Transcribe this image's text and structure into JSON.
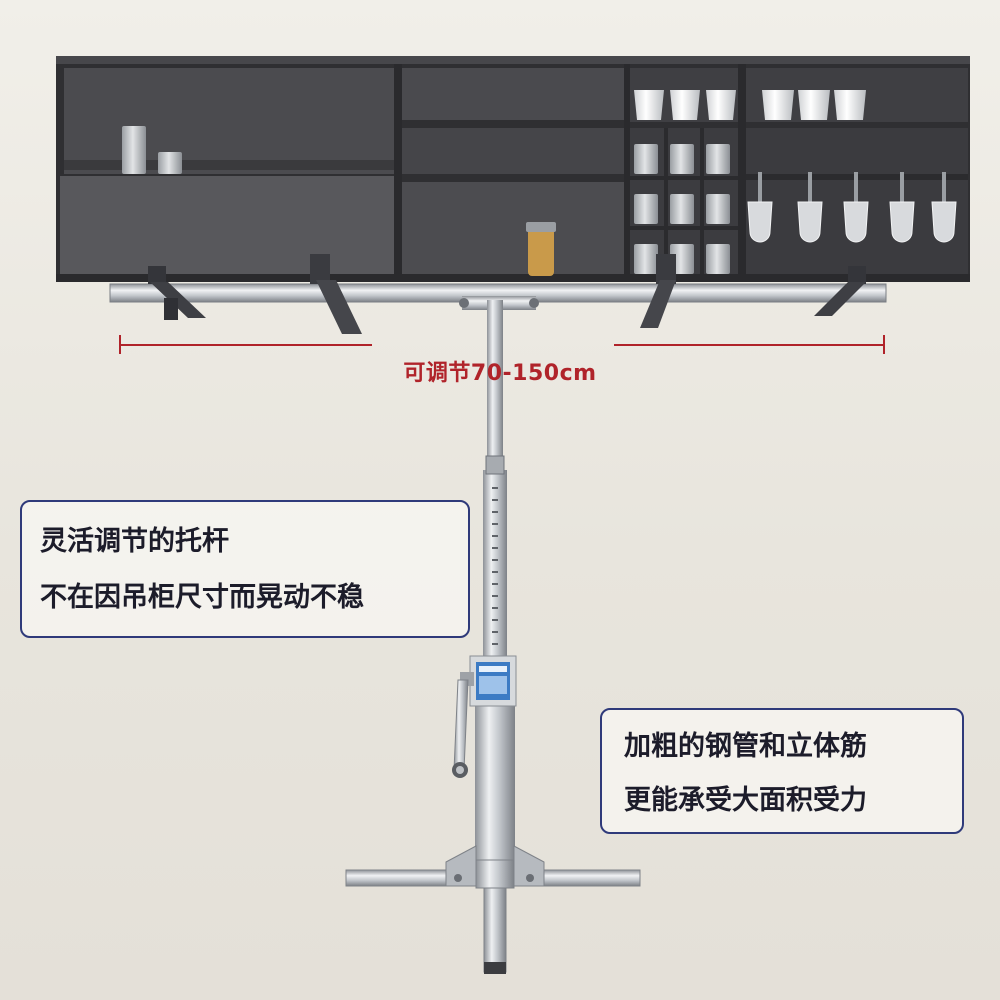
{
  "dimension_label": "可调节70-150cm",
  "callout_left": {
    "line1": "灵活调节的托杆",
    "line2": "不在因吊柜尺寸而晃动不稳"
  },
  "callout_right": {
    "line1": "加粗的钢管和立体筋",
    "line2": "更能承受大面积受力"
  },
  "colors": {
    "cabinet": "#3d3d40",
    "steel": "#c9ccd1",
    "dimension_red": "#b0232a",
    "callout_border": "#2f3a7a"
  },
  "icons": [
    "cabinet-image",
    "wine-glass-icon",
    "cup-icon",
    "canister-icon",
    "crank-handle-icon",
    "tripod-base-icon"
  ]
}
